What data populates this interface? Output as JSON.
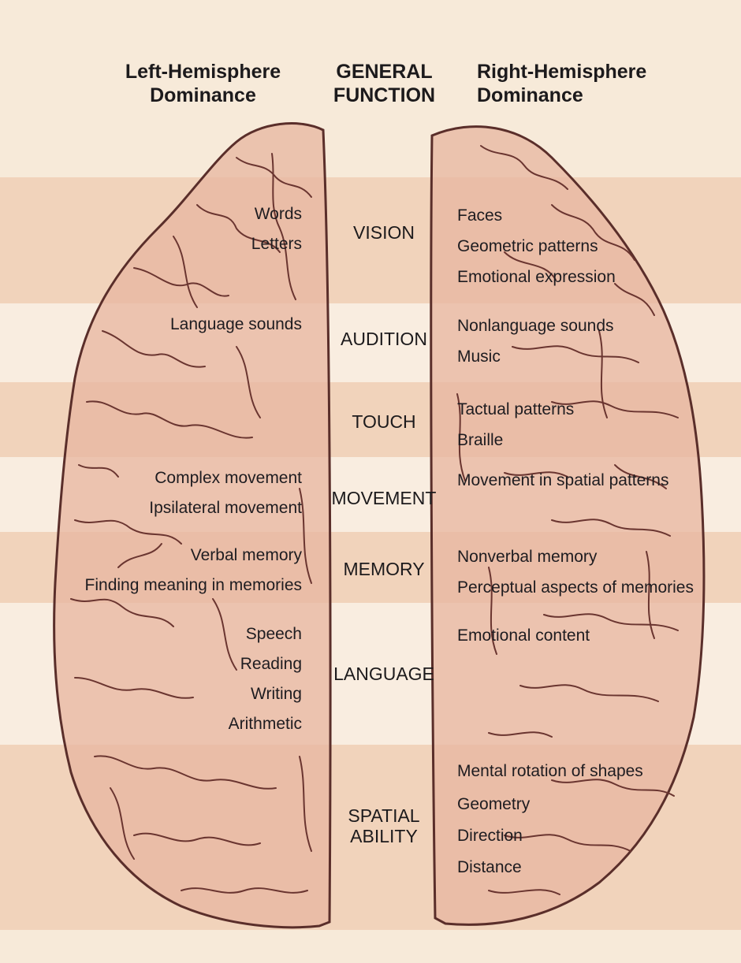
{
  "headers": {
    "left": [
      "Left-Hemisphere",
      "Dominance"
    ],
    "center": [
      "GENERAL",
      "FUNCTION"
    ],
    "right": [
      "Right-Hemisphere",
      "Dominance"
    ]
  },
  "functions": [
    {
      "name": [
        "VISION"
      ],
      "left": [
        "Words",
        "Letters"
      ],
      "right": [
        "Faces",
        "Geometric patterns",
        "Emotional expression"
      ]
    },
    {
      "name": [
        "AUDITION"
      ],
      "left": [
        "Language sounds"
      ],
      "right": [
        "Nonlanguage sounds",
        "Music"
      ]
    },
    {
      "name": [
        "TOUCH"
      ],
      "left": [],
      "right": [
        "Tactual patterns",
        "Braille"
      ]
    },
    {
      "name": [
        "MOVEMENT"
      ],
      "left": [
        "Complex movement",
        "Ipsilateral movement"
      ],
      "right": [
        "Movement in spatial patterns"
      ]
    },
    {
      "name": [
        "MEMORY"
      ],
      "left": [
        "Verbal memory",
        "Finding meaning in memories"
      ],
      "right": [
        "Nonverbal memory",
        "Perceptual aspects of memories"
      ]
    },
    {
      "name": [
        "LANGUAGE"
      ],
      "left": [
        "Speech",
        "Reading",
        "Writing",
        "Arithmetic"
      ],
      "right": [
        "Emotional content"
      ]
    },
    {
      "name": [
        "SPATIAL",
        "ABILITY"
      ],
      "left": [],
      "right": [
        "Mental rotation of shapes",
        "Geometry",
        "Direction",
        "Distance"
      ]
    }
  ],
  "colors": {
    "background": "#f7ead9",
    "band_light": "#f9ede0",
    "band_dark": "#f1d3bb",
    "brain_fill": "#e8b7a2",
    "brain_outline": "#5a2e2a"
  }
}
